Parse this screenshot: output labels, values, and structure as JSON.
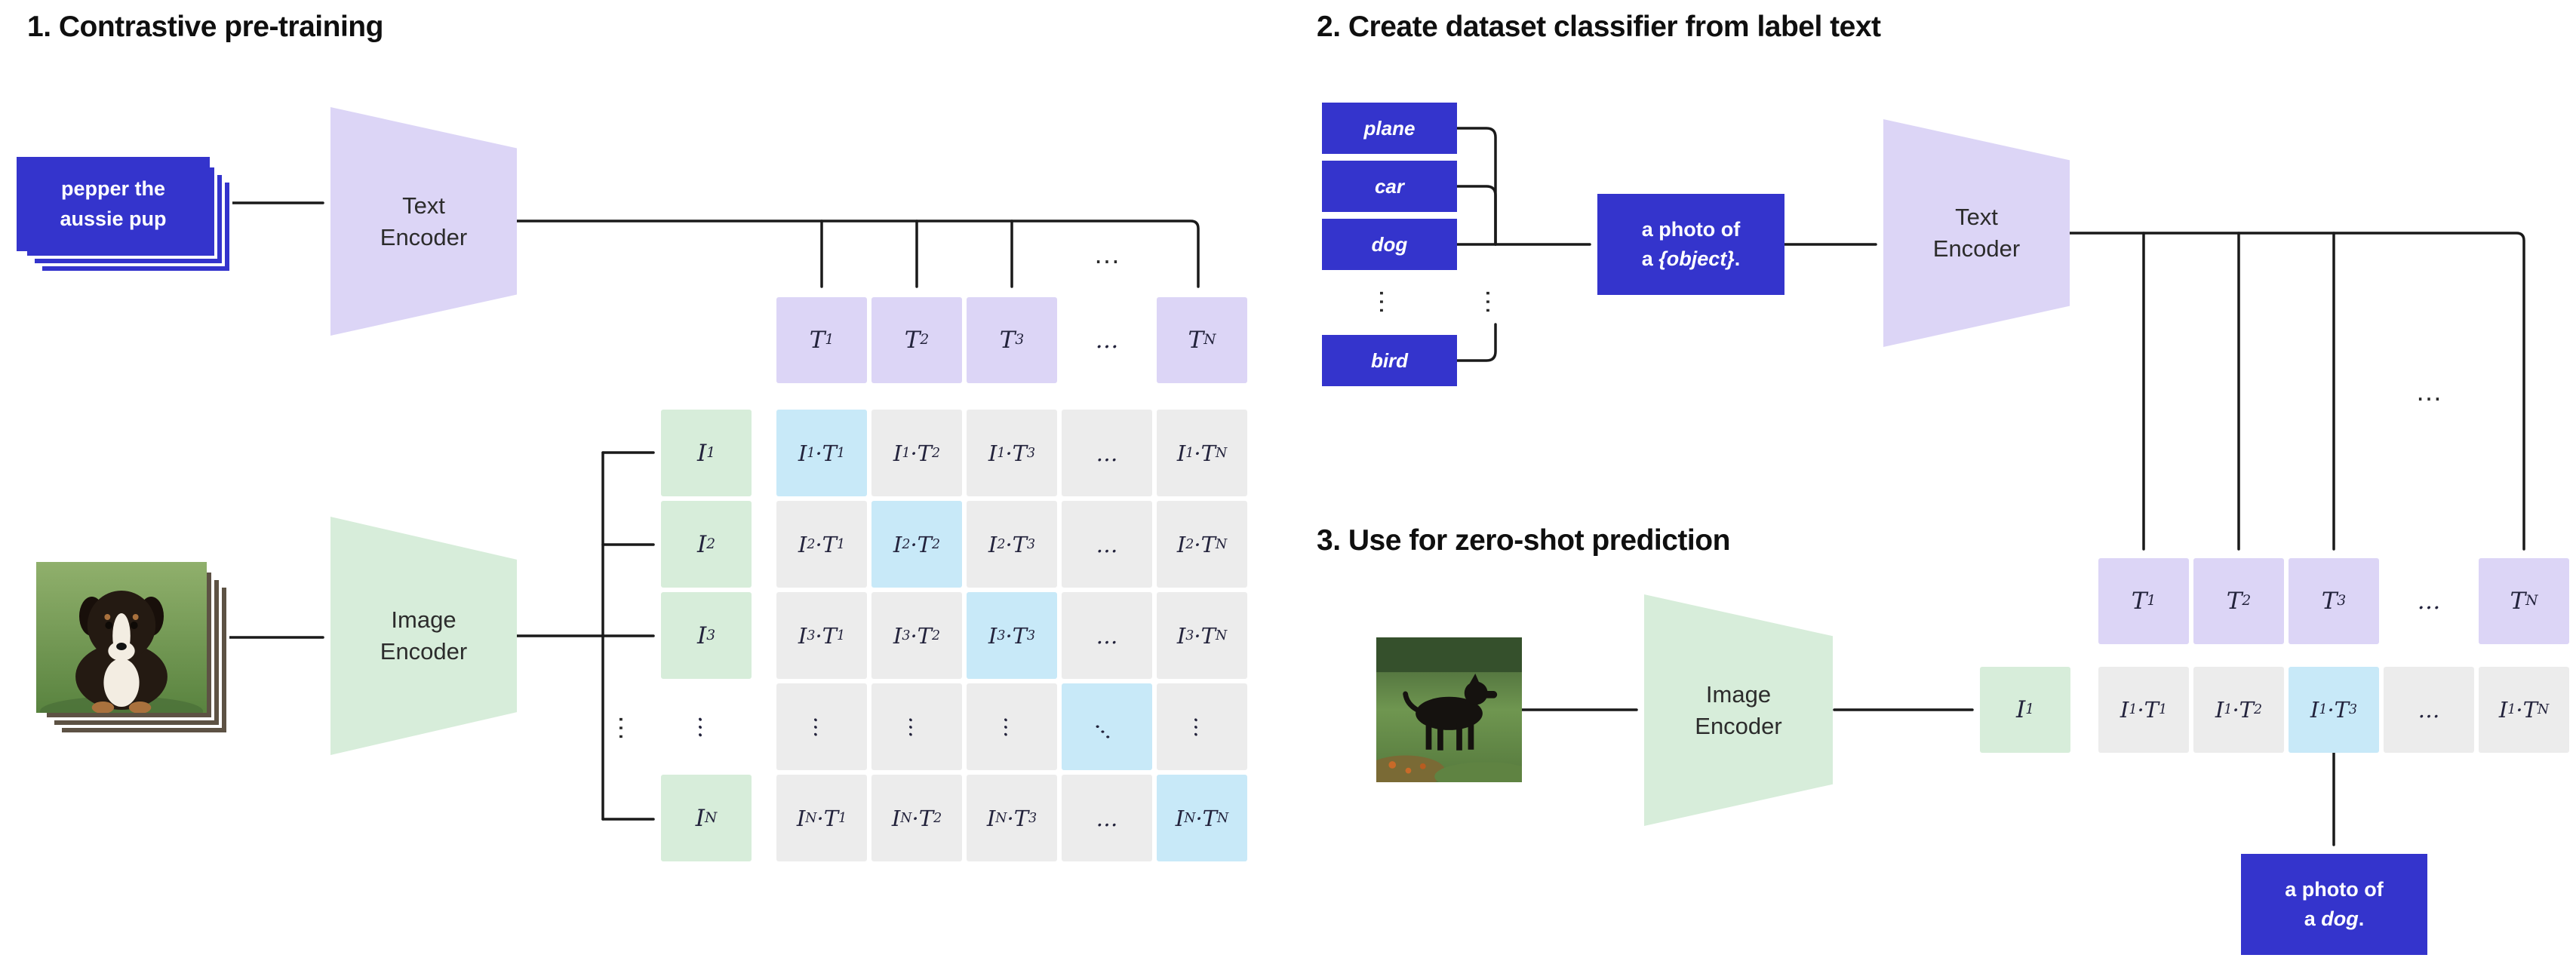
{
  "colors": {
    "purple": "#3434cc",
    "lavender": "#dcd5f6",
    "green": "#d7edda",
    "blue": "#c8e9f8",
    "gray": "#ececec",
    "line": "#1a1a1a"
  },
  "s1": {
    "title": "1. Contrastive pre-training",
    "input_lines": [
      "pepper the",
      "aussie pup"
    ],
    "text_encoder_lines": [
      "Text",
      "Encoder"
    ],
    "image_encoder_lines": [
      "Image",
      "Encoder"
    ],
    "t_row": [
      "T_1",
      "T_2",
      "T_3",
      "…",
      "T_N"
    ],
    "i_col": [
      "I_1",
      "I_2",
      "I_3",
      "⋮",
      "I_N"
    ],
    "matrix": [
      [
        "I_1·T_1",
        "I_1·T_2",
        "I_1·T_3",
        "…",
        "I_1·T_N"
      ],
      [
        "I_2·T_1",
        "I_2·T_2",
        "I_2·T_3",
        "…",
        "I_2·T_N"
      ],
      [
        "I_3·T_1",
        "I_3·T_2",
        "I_3·T_3",
        "…",
        "I_3·T_N"
      ],
      [
        "⋮",
        "⋮",
        "⋮",
        "⋱",
        "⋮"
      ],
      [
        "I_N·T_1",
        "I_N·T_2",
        "I_N·T_3",
        "…",
        "I_N·T_N"
      ]
    ],
    "bus_ellipsis": "…",
    "branch_vdots": "⋮"
  },
  "s2": {
    "title": "2. Create dataset classifier from label text",
    "labels": [
      "plane",
      "car",
      "dog",
      "bird"
    ],
    "labels_vdots": "⋮",
    "bus_vdots": "⋮",
    "prompt_lines": [
      "a photo of",
      "a *{object}*."
    ],
    "text_encoder_lines": [
      "Text",
      "Encoder"
    ],
    "drop_ellipsis": "…",
    "t_row": [
      "T_1",
      "T_2",
      "T_3",
      "…",
      "T_N"
    ]
  },
  "s3": {
    "title": "3. Use for zero-shot prediction",
    "image_encoder_lines": [
      "Image",
      "Encoder"
    ],
    "i_cell": "I_1",
    "row": [
      "I_1·T_1",
      "I_1·T_2",
      "I_1·T_3",
      "…",
      "I_1·T_N"
    ],
    "answer_lines": [
      "a photo of",
      "a *dog*."
    ]
  }
}
